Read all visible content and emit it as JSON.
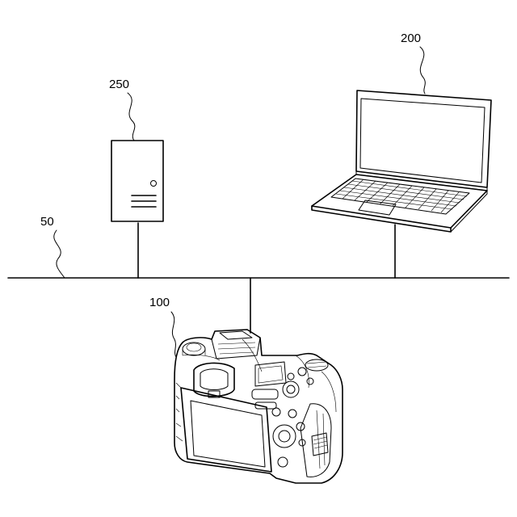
{
  "labels": {
    "network": "50",
    "camera": "100",
    "laptop": "200",
    "server": "250"
  },
  "colors": {
    "line": "#000000",
    "background": "#ffffff"
  }
}
